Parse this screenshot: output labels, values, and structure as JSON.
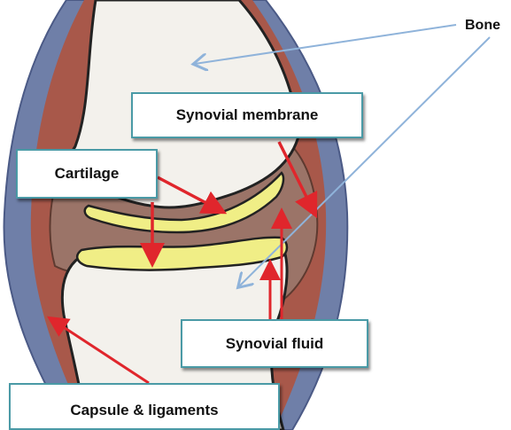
{
  "labels": {
    "bone": "Bone",
    "synovial_membrane": "Synovial membrane",
    "cartilage": "Cartilage",
    "synovial_fluid": "Synovial fluid",
    "capsule_ligaments": "Capsule & ligaments"
  },
  "colors": {
    "capsule": "#6f7fa8",
    "synovial_tissue": "#a8584a",
    "cavity": "#9b7468",
    "bone": "#f3f1ec",
    "cartilage": "#f0ee86",
    "arrow_red": "#e0262c",
    "arrow_blue": "#8fb3da",
    "box_border": "#4a9aa6"
  }
}
